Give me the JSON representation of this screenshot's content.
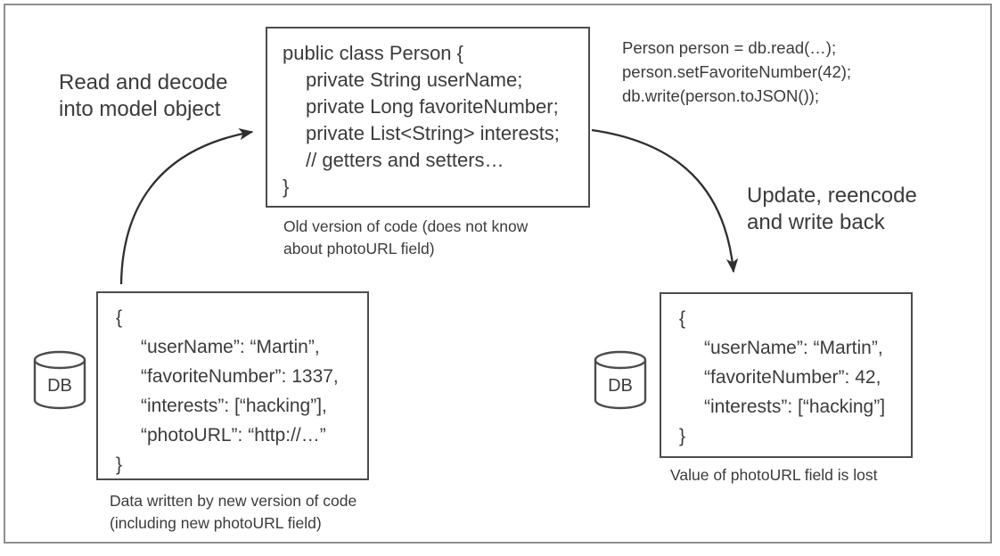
{
  "colors": {
    "ink": "#3b3b3b",
    "box_border": "#4c4c4c",
    "frame_border": "#8f8f8f",
    "arrow": "#2f2f2f"
  },
  "person_box": {
    "lines": [
      "public class Person {",
      "private String userName;",
      "private Long favoriteNumber;",
      "private List<String> interests;",
      "// getters and setters…",
      "}"
    ],
    "caption": [
      "Old version of code (does not know",
      "about photoURL field)"
    ]
  },
  "client_code": {
    "lines": [
      "Person person = db.read(…);",
      "person.setFavoriteNumber(42);",
      "db.write(person.toJSON());"
    ]
  },
  "read_arrow_label": [
    "Read and decode",
    "into model object"
  ],
  "write_arrow_label": [
    "Update, reencode",
    "and write back"
  ],
  "db_left_label": "DB",
  "db_right_label": "DB",
  "json_before": {
    "lines": [
      "{",
      "“userName”: “Martin”,",
      "“favoriteNumber”: 1337,",
      "“interests”: [“hacking”],",
      "“photoURL”: “http://…”",
      "}"
    ],
    "caption": [
      "Data written by new version of code",
      "(including new photoURL field)"
    ]
  },
  "json_after": {
    "lines": [
      "{",
      "“userName”: “Martin”,",
      "“favoriteNumber”: 42,",
      "“interests”: [“hacking”]",
      "}"
    ],
    "caption": [
      "Value of photoURL field is lost"
    ]
  }
}
